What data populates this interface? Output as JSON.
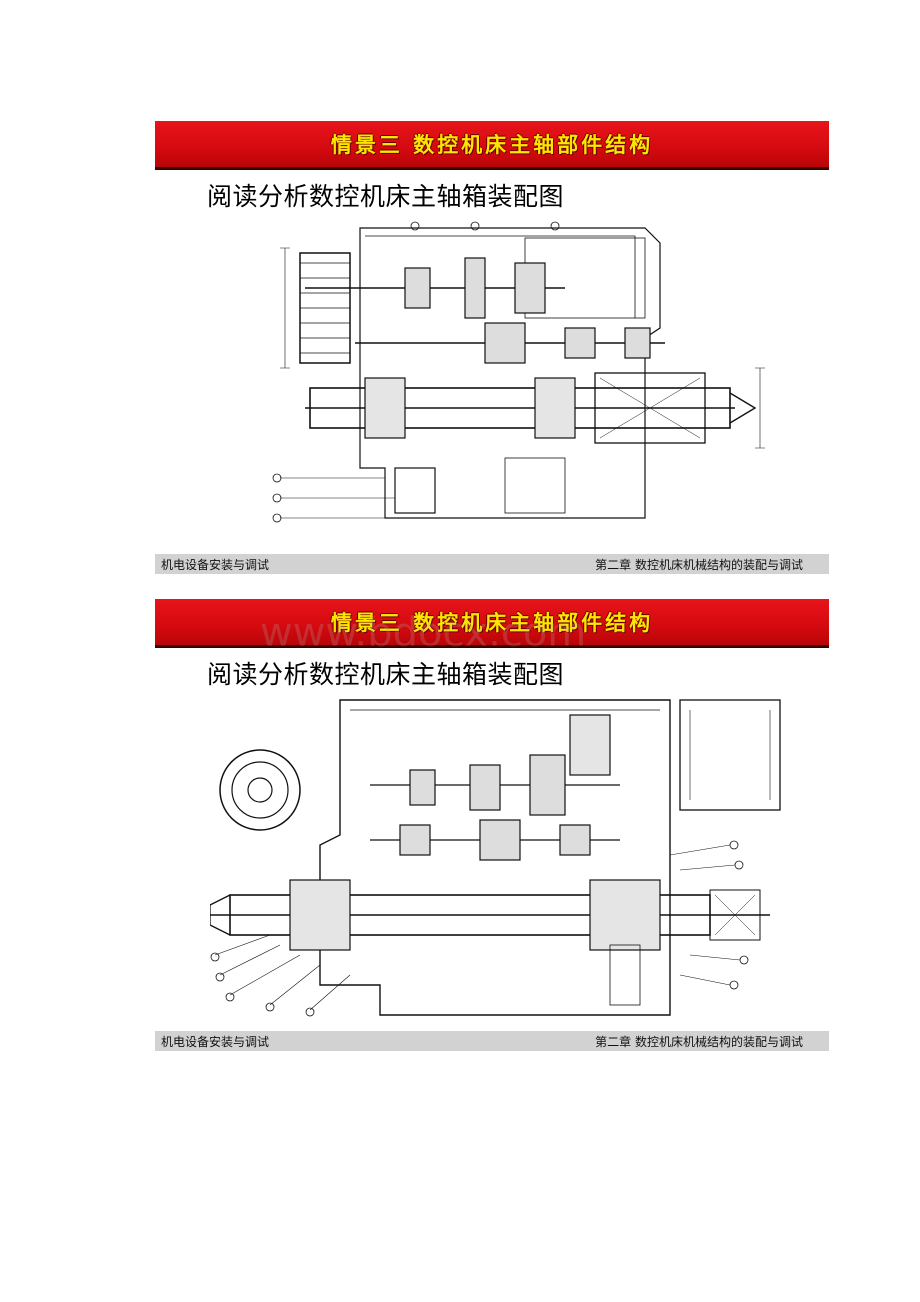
{
  "slides": [
    {
      "banner": "情景三  数控机床主轴部件结构",
      "heading": "阅读分析数控机床主轴箱装配图",
      "footer_left": "机电设备安装与调试",
      "footer_right": "第二章  数控机床机械结构的装配与调试"
    },
    {
      "banner": "情景三  数控机床主轴部件结构",
      "heading": "阅读分析数控机床主轴箱装配图",
      "footer_left": "机电设备安装与调试",
      "footer_right": "第二章  数控机床机械结构的装配与调试"
    }
  ],
  "watermark": "www.bdocx.com"
}
